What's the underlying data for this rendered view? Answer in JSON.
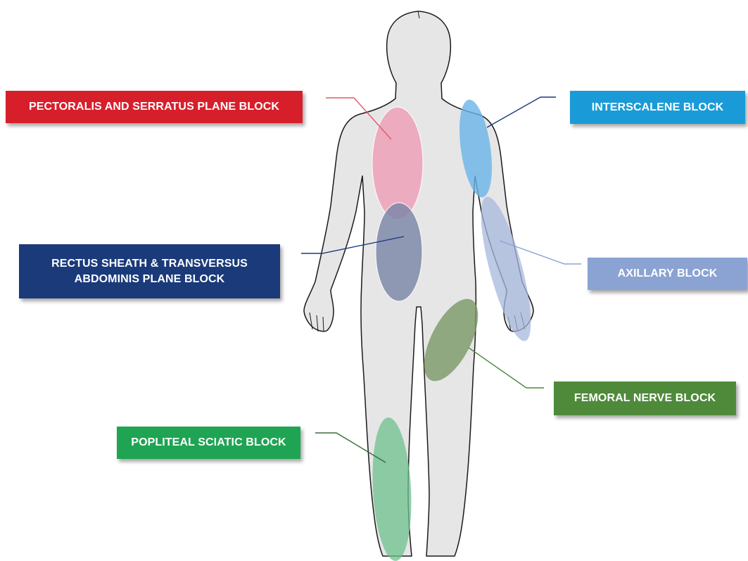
{
  "colors": {
    "pectoralis": "#d71f2b",
    "interscalene": "#1a9bd7",
    "rectus": "#1b3a7a",
    "axillary": "#8aa3d3",
    "femoral": "#4f8a3a",
    "popliteal": "#1fa453",
    "body_fill": "#e6e6e6",
    "body_outline": "#1a1a1a"
  },
  "labels": {
    "pectoralis": "PECTORALIS AND SERRATUS PLANE BLOCK",
    "interscalene": "INTERSCALENE BLOCK",
    "rectus_line1": "RECTUS SHEATH & TRANSVERSUS",
    "rectus_line2": "ABDOMINIS PLANE BLOCK",
    "axillary": "AXILLARY BLOCK",
    "femoral": "FEMORAL NERVE BLOCK",
    "popliteal": "POPLITEAL SCIATIC BLOCK"
  }
}
